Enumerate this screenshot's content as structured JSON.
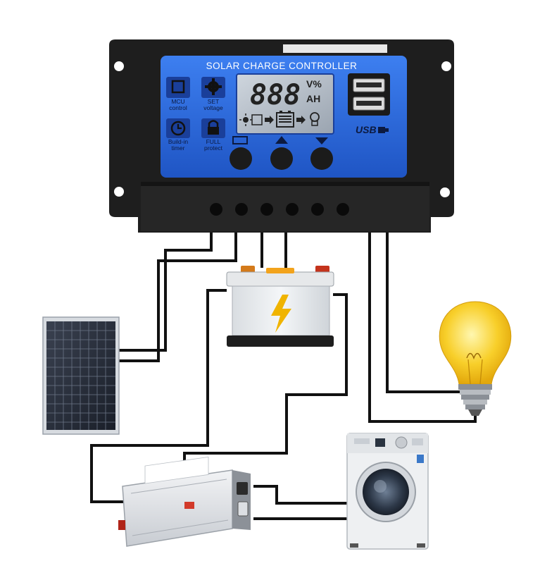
{
  "controller": {
    "title": "SOLAR CHARGE CONTROLLER",
    "lcd_digits": "888",
    "lcd_unit_top": "V%",
    "lcd_unit_bottom": "AH",
    "usb_label": "USB",
    "features": [
      {
        "line1": "MCU",
        "line2": "control",
        "icon": "chip-icon"
      },
      {
        "line1": "SET",
        "line2": "voltage",
        "icon": "gear-icon"
      },
      {
        "line1": "Build-in",
        "line2": "timer",
        "icon": "clock-icon"
      },
      {
        "line1": "FULL",
        "line2": "protect",
        "icon": "lock-icon"
      }
    ],
    "buttons": [
      {
        "icon": "menu-icon"
      },
      {
        "icon": "up-icon"
      },
      {
        "icon": "down-icon"
      }
    ]
  },
  "devices": [
    {
      "name": "solar-panel",
      "icon": "solar-panel-icon"
    },
    {
      "name": "battery",
      "icon": "battery-icon"
    },
    {
      "name": "light-bulb",
      "icon": "bulb-icon"
    },
    {
      "name": "inverter",
      "icon": "inverter-icon"
    },
    {
      "name": "washing-machine",
      "icon": "washing-machine-icon"
    }
  ],
  "colors": {
    "housing": "#1e1e1e",
    "face_blue": "#2f6fdc",
    "wire": "#111111",
    "bulb": "#f6c21a",
    "bolt": "#f0b400"
  }
}
